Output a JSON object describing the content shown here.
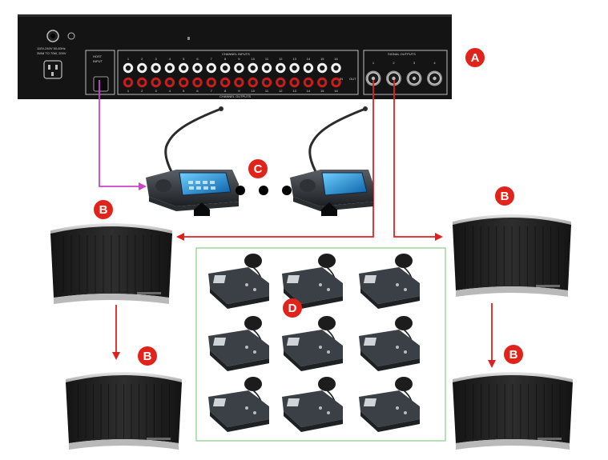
{
  "colors": {
    "accent_red": "#e0231b",
    "host_wire": "#cc44cc",
    "signal_wire": "#e02020",
    "receiver_box": "#8fd08f",
    "rack": "#141414"
  },
  "labels": {
    "a": "A",
    "b": "B",
    "c": "C",
    "d": "D"
  },
  "rack": {
    "power_line1": "110V-240V  50-60Hz",
    "power_line2": "3WM TO 70W, 200V",
    "host_input_line1": "HOST",
    "host_input_line2": "INPUT",
    "channel_inputs": "CHANNEL INPUTS",
    "channel_outputs": "CHANNEL OUTPUTS",
    "signal_outputs": "SIGNAL OUTPUTS",
    "channel_numbers": [
      "1",
      "2",
      "3",
      "4",
      "5",
      "6",
      "7",
      "8",
      "9",
      "10",
      "11",
      "12",
      "13",
      "14",
      "15",
      "16"
    ],
    "signal_numbers": [
      "1",
      "2",
      "3",
      "4"
    ],
    "misc1": "IN",
    "misc2": "OUT"
  },
  "icons": {
    "rack": "rack-unit-icon",
    "console": "chairman-console-icon",
    "speaker": "speaker-icon",
    "receiver": "bodypack-receiver-icon"
  }
}
